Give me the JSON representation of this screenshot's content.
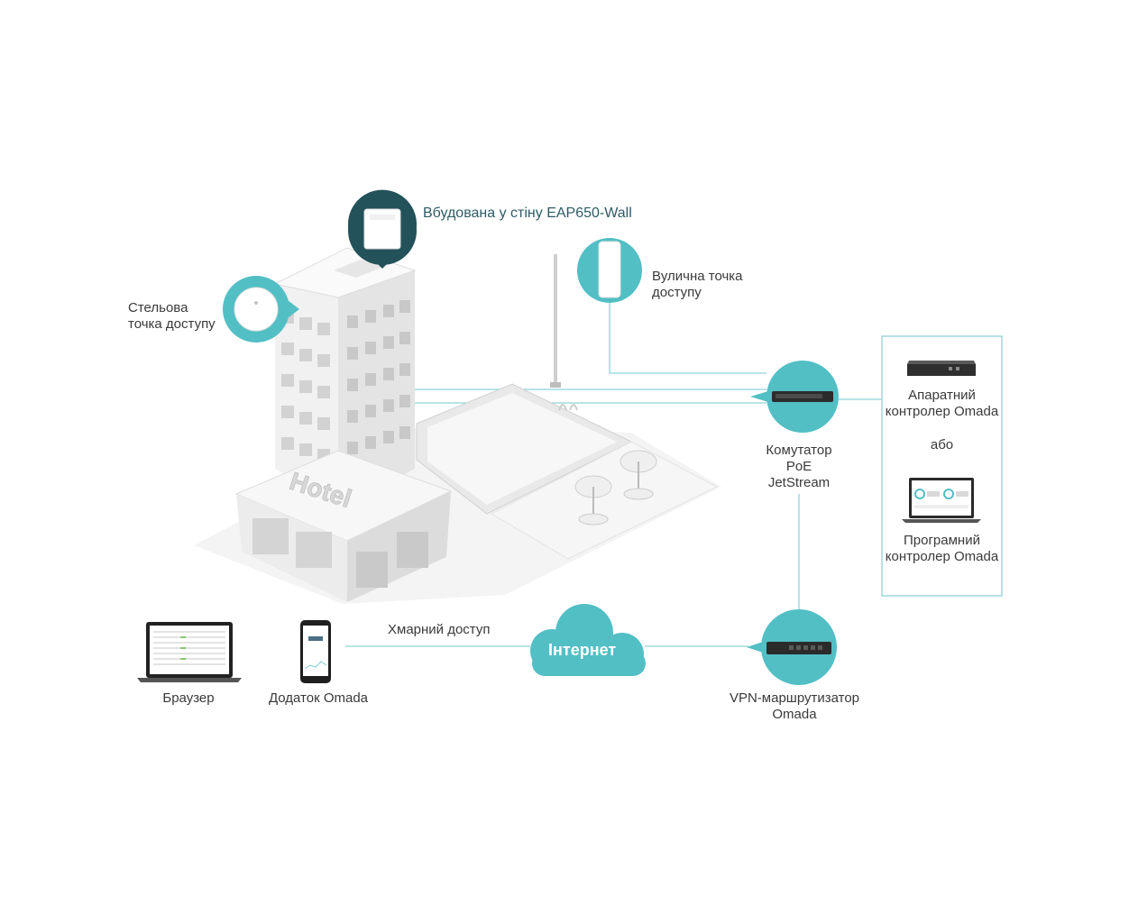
{
  "labels": {
    "wall_ap": "Вбудована у стіну EAP650-Wall",
    "ceiling_ap": [
      "Стельова",
      "точка доступу"
    ],
    "outdoor_ap": [
      "Вулична точка",
      "доступу"
    ],
    "switch": [
      "Комутатор",
      "PoE",
      "JetStream"
    ],
    "hw_controller": [
      "Апаратний",
      "контролер Omada"
    ],
    "or": "або",
    "sw_controller": [
      "Програмний",
      "контролер Omada"
    ],
    "cloud_access": "Хмарний доступ",
    "internet": "Інтернет",
    "vpn_router": [
      "VPN-маршрутизатор",
      "Omada"
    ],
    "browser": "Браузер",
    "omada_app": "Додаток Omada",
    "hotel_sign": "Hotel"
  },
  "colors": {
    "teal": "#52bfc5",
    "dark_teal": "#23525a",
    "line": "#8fd3d7",
    "building_light": "#f2f2f2",
    "building_mid": "#e2e2e2",
    "building_dark": "#cfcfcf"
  }
}
